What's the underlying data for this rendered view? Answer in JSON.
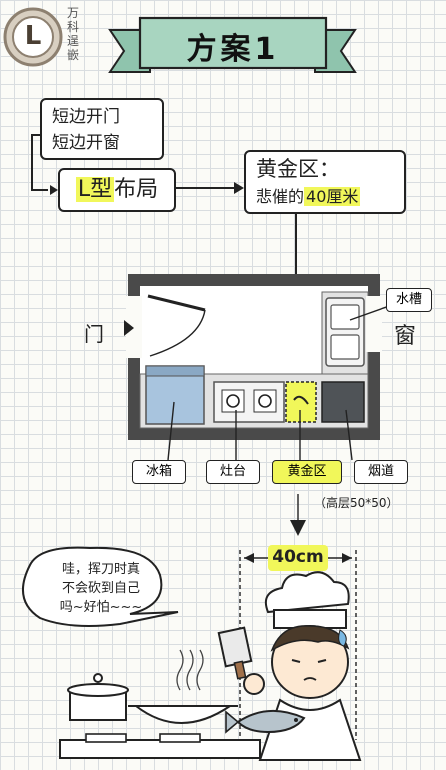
{
  "logo": {
    "letter": "L",
    "side_text": [
      "万",
      "科",
      "逞",
      "嵌"
    ]
  },
  "banner": {
    "title": "方案1"
  },
  "notes": {
    "line1": "短边开门",
    "line2": "短边开窗"
  },
  "layout_box": {
    "prefix": "L型",
    "suffix": "布局"
  },
  "golden_box": {
    "line1": "黄金区：",
    "line2_prefix": "悲催的",
    "line2_highlight": "40厘米"
  },
  "plan_labels": {
    "door": "门",
    "window": "窗",
    "sink": "水槽",
    "fridge": "冰箱",
    "stove": "灶台",
    "golden": "黄金区",
    "flue": "烟道",
    "flue_note": "（高层50*50）"
  },
  "measure": {
    "width_label": "40cm"
  },
  "speech": {
    "lines": [
      "哇，挥刀时真",
      "不会砍到自己",
      "吗~好怕~~~"
    ]
  },
  "colors": {
    "highlight": "#f1f75a",
    "banner": "#a8d5c0",
    "fridge": "#a8c4de",
    "flue": "#4f5357",
    "wall": "#4a4a4a"
  }
}
